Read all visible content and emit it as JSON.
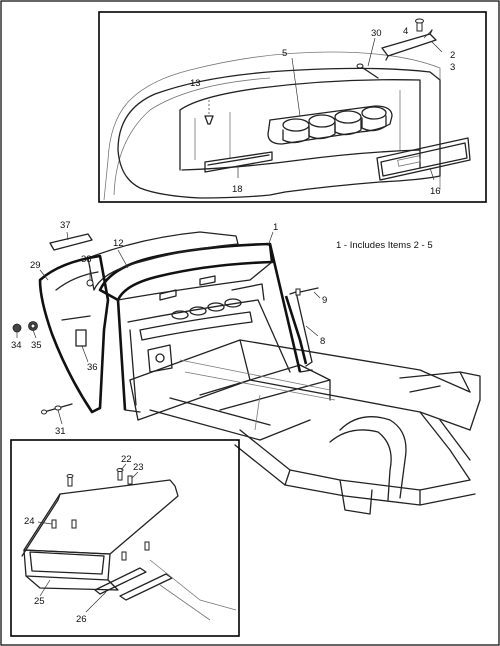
{
  "note": "1 - Includes Items 2 - 5",
  "callouts": {
    "c1": "1",
    "c2": "2",
    "c3": "3",
    "c4": "4",
    "c5": "5",
    "c8": "8",
    "c9": "9",
    "c12": "12",
    "c13": "13",
    "c16": "16",
    "c18": "18",
    "c22": "22",
    "c23": "23",
    "c24": "24",
    "c25": "25",
    "c26": "26",
    "c29": "29",
    "c30": "30",
    "c31": "31",
    "c34": "34",
    "c35": "35",
    "c36": "36",
    "c37": "37",
    "c38": "38"
  }
}
